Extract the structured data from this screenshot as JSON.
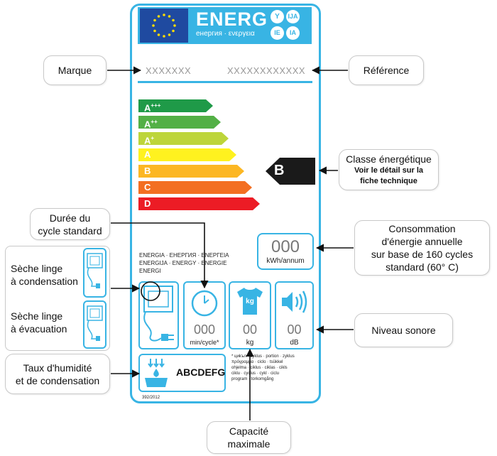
{
  "label": {
    "header_text": "ENERG",
    "header_subtext": "енергия · ενεργεια",
    "lang_badges": [
      "Y",
      "IJA",
      "IE",
      "IA"
    ],
    "brand_placeholder": "XXXXXXX",
    "reference_placeholder": "XXXXXXXXXXXX",
    "classes": [
      {
        "letter": "A",
        "sup": "+++",
        "color": "#1f9a48"
      },
      {
        "letter": "A",
        "sup": "++",
        "color": "#53b046"
      },
      {
        "letter": "A",
        "sup": "+",
        "color": "#bdd53a"
      },
      {
        "letter": "A",
        "sup": "",
        "color": "#fff21f"
      },
      {
        "letter": "B",
        "sup": "",
        "color": "#fcb723"
      },
      {
        "letter": "C",
        "sup": "",
        "color": "#f36f22"
      },
      {
        "letter": "D",
        "sup": "",
        "color": "#ec1c25"
      }
    ],
    "rating": "B",
    "energy_value": "000",
    "energy_unit": "kWh/annum",
    "energy_words": [
      "ENERGIA · ЕНЕРГИЯ · ЕΝΕΡΓΕΙΑ",
      "ENERGIJA · ENERGY · ENERGIE",
      "ENERGI"
    ],
    "cycle_value": "000",
    "cycle_unit": "min/cycle*",
    "capacity_icon_text": "kg",
    "capacity_value": "00",
    "capacity_unit": "kg",
    "noise_value": "00",
    "noise_unit": "dB",
    "condensation_class": "ABCDEFG",
    "footnote": [
      "* циkъл · cyklus · portion · zyklus",
      "πρόγραμμα · ciclo · tsükkel",
      "ohjelma · ciklus · ciklas · cikls",
      "ciklu · cyclus · cykl · ciclu",
      "program · torkomgång"
    ],
    "regulation": "392/2012",
    "colors": {
      "frame": "#38b4e4",
      "eu_flag": "#1f4aa0",
      "stars": "#ffdd00",
      "rating_arrow": "#1a1a1a"
    }
  },
  "callouts": {
    "marque": "Marque",
    "reference": "Référence",
    "classe_title": "Classe énergétique",
    "classe_sub1": "Voir le détail sur la",
    "classe_sub2": "fiche technique",
    "duree1": "Durée du",
    "duree2": "cycle standard",
    "conso1": "Consommation",
    "conso2": "d'énergie annuelle",
    "conso3": "sur base de 160 cycles",
    "conso4": "standard (60° C)",
    "seche_cond1": "Sèche linge",
    "seche_cond2": "à condensation",
    "seche_evac1": "Sèche linge",
    "seche_evac2": "à évacuation",
    "niveau": "Niveau sonore",
    "taux1": "Taux d'humidité",
    "taux2": "et de condensation",
    "capacite1": "Capacité",
    "capacite2": "maximale"
  }
}
